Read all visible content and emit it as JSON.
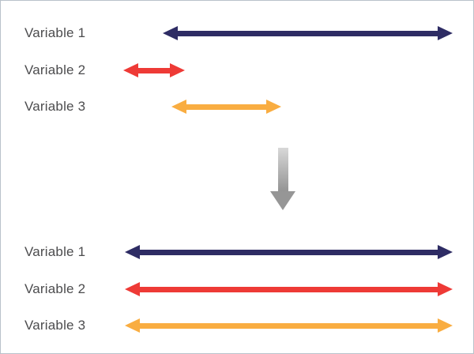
{
  "figure": {
    "description": "Before/after diagram: three variables with differing time extents are transformed so all three share the same full extent",
    "label_color": "#4c4c4e",
    "before": {
      "rows": [
        {
          "label": "Variable 1",
          "arrow_color": "#2e2c64",
          "extent": "long"
        },
        {
          "label": "Variable 2",
          "arrow_color": "#ee3a36",
          "extent": "short"
        },
        {
          "label": "Variable 3",
          "arrow_color": "#f9ad41",
          "extent": "medium"
        }
      ]
    },
    "transform": {
      "icon": "down-arrow",
      "gradient_start": "#d8d8d8",
      "gradient_end": "#949494"
    },
    "after": {
      "rows": [
        {
          "label": "Variable 1",
          "arrow_color": "#2e2c64",
          "extent": "full"
        },
        {
          "label": "Variable 2",
          "arrow_color": "#ee3a36",
          "extent": "full"
        },
        {
          "label": "Variable 3",
          "arrow_color": "#f9ad41",
          "extent": "full"
        }
      ]
    }
  }
}
